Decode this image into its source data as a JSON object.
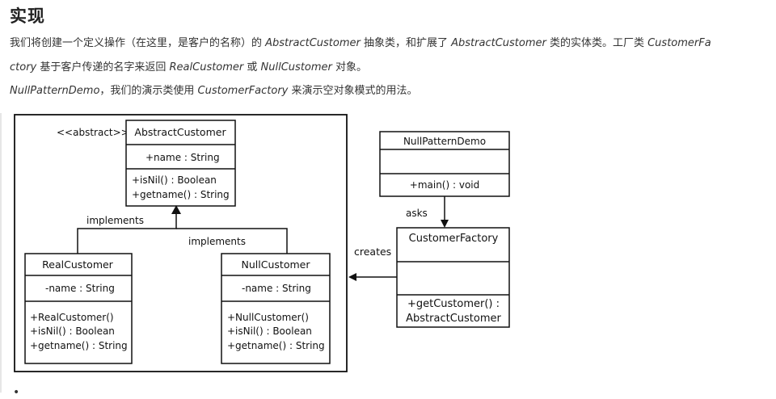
{
  "heading": "实现",
  "para1": {
    "s1": "我们将创建一个定义操作（在这里，是客户的名称）的 ",
    "s2": "AbstractCustomer",
    "s3": " 抽象类，和扩展了 ",
    "s4": "AbstractCustomer",
    "s5": " 类的实体类。工厂类 ",
    "s6": "CustomerFa",
    "s7": "ctory",
    "s8": " 基于客户传递的名字来返回 ",
    "s9": "RealCustomer",
    "s10": " 或 ",
    "s11": "NullCustomer",
    "s12": " 对象。"
  },
  "para2": {
    "s1": "NullPatternDemo",
    "s2": "，我们的演示类使用 ",
    "s3": "CustomerFactory",
    "s4": " 来演示空对象模式的用法。"
  },
  "diagram": {
    "stereotype": "<<abstract>>",
    "abstract_customer": {
      "name": "AbstractCustomer",
      "attr": "+name : String",
      "method1": "+isNil() : Boolean",
      "method2": "+getname() : String"
    },
    "real_customer": {
      "name": "RealCustomer",
      "attr": "-name : String",
      "method1": "+RealCustomer()",
      "method2": "+isNil() : Boolean",
      "method3": "+getname() : String"
    },
    "null_customer": {
      "name": "NullCustomer",
      "attr": "-name : String",
      "method1": "+NullCustomer()",
      "method2": "+isNil() : Boolean",
      "method3": "+getname() : String"
    },
    "null_pattern_demo": {
      "name": "NullPatternDemo",
      "method1": "+main() : void"
    },
    "customer_factory": {
      "name": "CustomerFactory",
      "method1": "+getCustomer() :",
      "method2": "AbstractCustomer"
    },
    "labels": {
      "implements_left": "implements",
      "implements_right": "implements",
      "asks": "asks",
      "creates": "creates"
    }
  },
  "footer_bullet": "•"
}
